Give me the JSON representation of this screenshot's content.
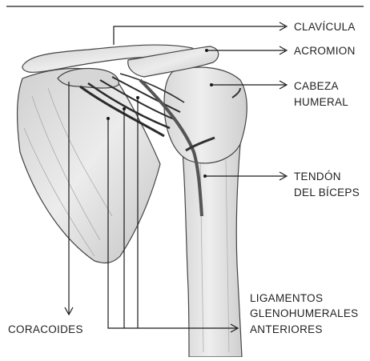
{
  "labels": {
    "clavicula": "CLAVÍCULA",
    "acromion": "ACROMION",
    "cabeza_1": "CABEZA",
    "cabeza_2": "HUMERAL",
    "tendon_1": "TENDÓN",
    "tendon_2": "DEL BÍCEPS",
    "ligamentos_1": "LIGAMENTOS",
    "ligamentos_2": "GLENOHUMERALES",
    "ligamentos_3": "ANTERIORES",
    "coracoides": "CORACOIDES"
  },
  "colors": {
    "line": "#1a1a1a",
    "text": "#222222",
    "bone_fill": "#e4e4e4",
    "bone_shadow": "#9a9a9a",
    "bone_outline": "#444444",
    "ligament": "#2b2b2b"
  }
}
